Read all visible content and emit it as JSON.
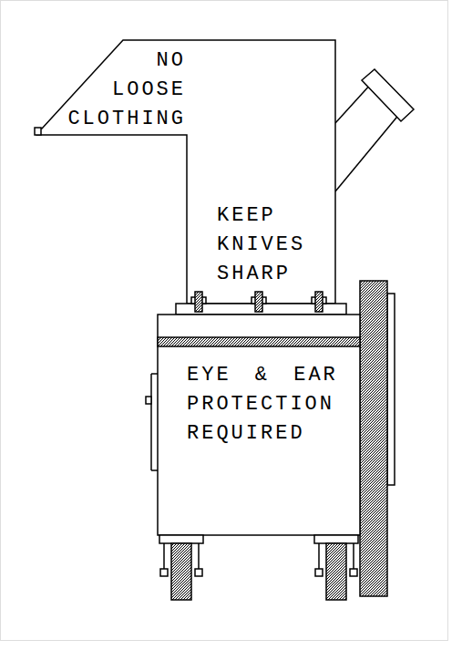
{
  "diagram": {
    "labels": [
      "NO LOOSE CLOTHING",
      "KEEP KNIVES SHARP",
      "EYE & EAR PROTECTION REQUIRED"
    ]
  }
}
